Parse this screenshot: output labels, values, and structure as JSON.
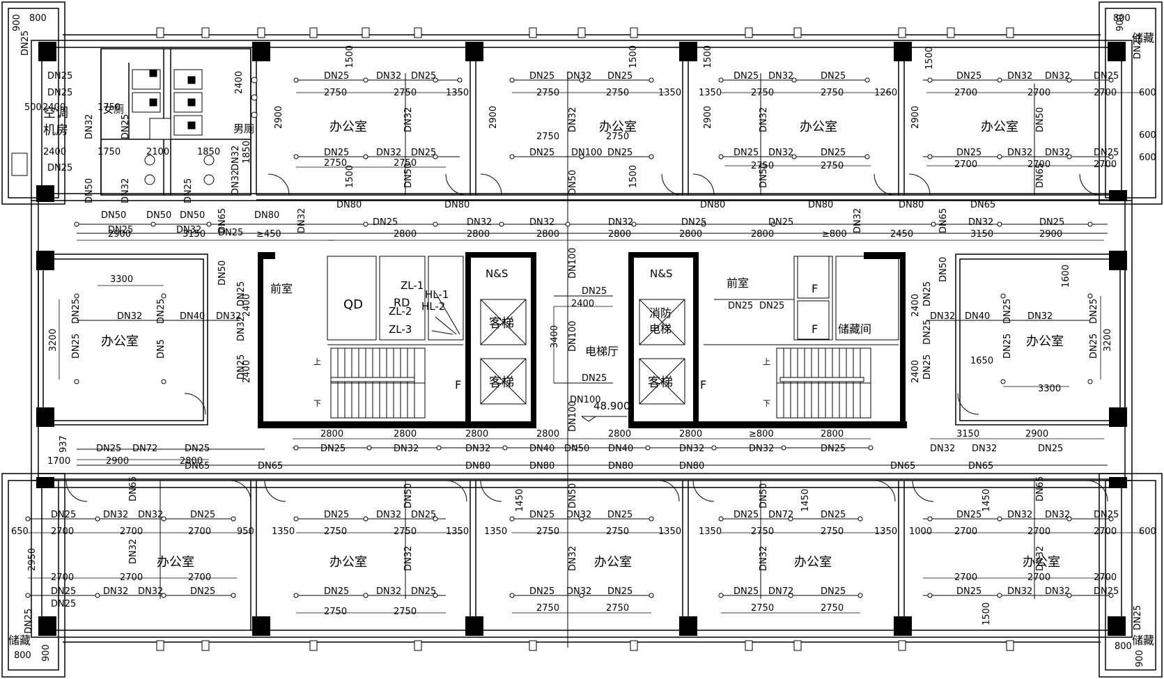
{
  "rooms": {
    "office": "办公室",
    "ac_room_1": "空调",
    "ac_room_2": "机房",
    "womens_wc": "女厕",
    "mens_wc": "男厕",
    "anteroom": "前室",
    "elevator_hall": "电梯厅",
    "storage_room": "储藏间",
    "storage": "储藏",
    "passenger_elevator": "客梯",
    "fire_elevator_1": "消防",
    "fire_elevator_2": "电梯",
    "qd": "QD",
    "rd": "RD",
    "f": "F",
    "ns": "N&S",
    "up": "上",
    "down": "下"
  },
  "risers": [
    "ZL-1",
    "ZL-2",
    "ZL-3",
    "HL-1",
    "HL-2"
  ],
  "elevation": "48.900",
  "pipes": {
    "dn25": "DN25",
    "dn32": "DN32",
    "dn40": "DN40",
    "dn50": "DN50",
    "dn65": "DN65",
    "dn72": "DN72",
    "dn80": "DN80",
    "dn100": "DN100",
    "dn5": "DN5"
  },
  "dims": {
    "d500": "500",
    "d600": "600",
    "d650": "650",
    "d800": "800",
    "d900": "900",
    "d937": "937",
    "d950": "950",
    "d1000": "1000",
    "d1260": "1260",
    "d1350": "1350",
    "d1450": "1450",
    "d1500": "1500",
    "d1600": "1600",
    "d1650": "1650",
    "d1700": "1700",
    "d1750": "1750",
    "d1850": "1850",
    "d2100": "2100",
    "d2400": "2400",
    "d2450": "2450",
    "d2700": "2700",
    "d2750": "2750",
    "d2800": "2800",
    "d2900": "2900",
    "d2950": "2950",
    "d3150": "3150",
    "d3200": "3200",
    "d3300": "3300",
    "d3400": "3400",
    "ge450": "≥450",
    "ge800": "≥800"
  }
}
